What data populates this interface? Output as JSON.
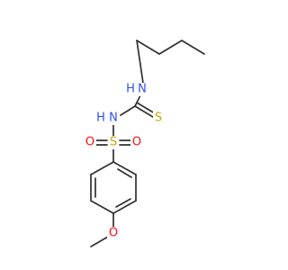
{
  "molecule": {
    "atoms": {
      "N_top": {
        "label": "N",
        "color": "#3050F8"
      },
      "H_top": {
        "label": "H",
        "color": "#3050F8"
      },
      "N_mid": {
        "label": "N",
        "color": "#3050F8"
      },
      "H_mid": {
        "label": "H",
        "color": "#3050F8"
      },
      "S_thio": {
        "label": "S",
        "color": "#C8A800"
      },
      "S_sulf": {
        "label": "S",
        "color": "#C8A800"
      },
      "O_left": {
        "label": "O",
        "color": "#FF0D0D"
      },
      "O_right": {
        "label": "O",
        "color": "#FF0D0D"
      },
      "O_ether": {
        "label": "O",
        "color": "#FF0D0D"
      }
    },
    "bond_color": "#303030"
  }
}
